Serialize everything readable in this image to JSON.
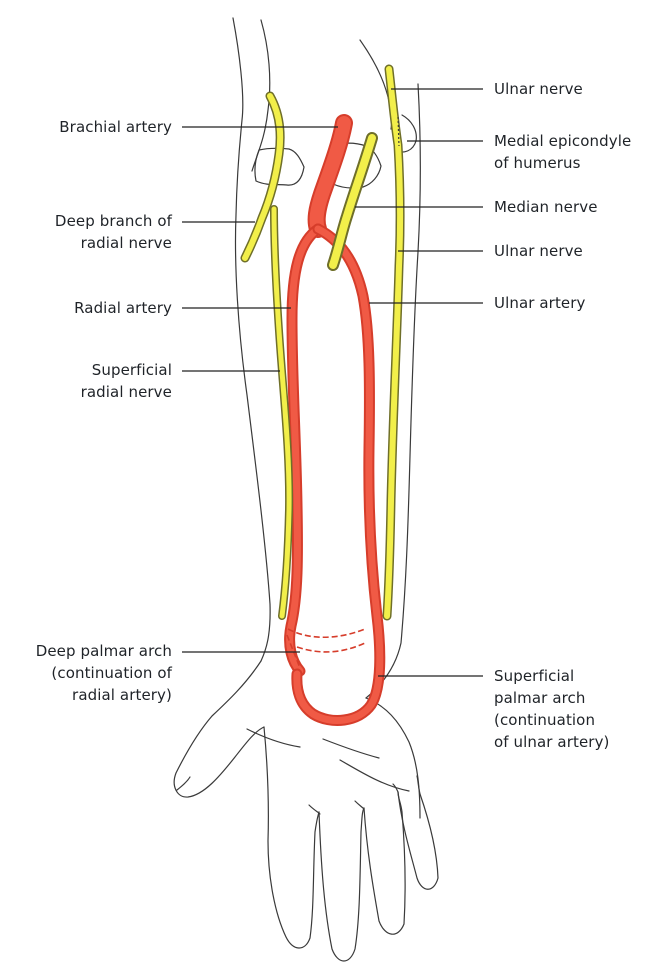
{
  "diagram": {
    "colors": {
      "outline": "#3a3a3a",
      "artery_fill": "#f05a45",
      "artery_edge": "#d63d2b",
      "nerve_fill": "#f2ef4a",
      "nerve_edge": "#6f6f29",
      "leader": "#222222",
      "background": "#ffffff"
    },
    "labels": {
      "brachial_artery": "Brachial artery",
      "deep_branch_radial_nerve": "Deep branch of\nradial nerve",
      "radial_artery": "Radial artery",
      "superficial_radial_nerve": "Superficial\nradial nerve",
      "deep_palmar_arch": "Deep palmar arch\n(continuation of\nradial artery)",
      "ulnar_nerve_top": "Ulnar nerve",
      "medial_epicondyle": "Medial epicondyle\nof humerus",
      "median_nerve": "Median nerve",
      "ulnar_nerve": "Ulnar nerve",
      "ulnar_artery": "Ulnar artery",
      "superficial_palmar_arch": "Superficial\npalmar arch\n(continuation\nof ulnar artery)"
    }
  }
}
